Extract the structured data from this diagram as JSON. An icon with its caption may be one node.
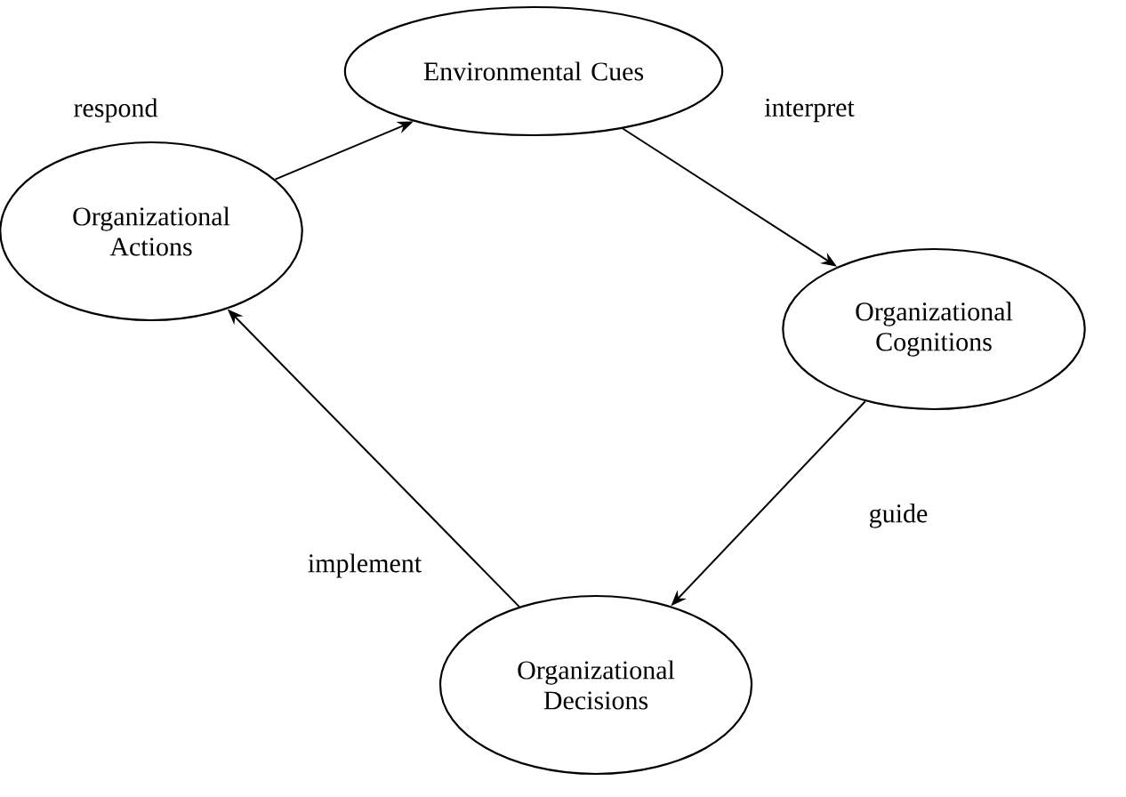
{
  "diagram": {
    "nodes": [
      {
        "text": [
          "Environmental Cues"
        ]
      },
      {
        "text": [
          "Organizational Cognitions"
        ]
      },
      {
        "text": [
          "Organizational Decisions"
        ]
      },
      {
        "text": [
          "Organizational Actions"
        ]
      }
    ],
    "edges": [
      {
        "from": 0,
        "to": 1,
        "arrow": "to",
        "label": "interpret"
      },
      {
        "from": 1,
        "to": 2,
        "arrow": "to",
        "label": "guide"
      },
      {
        "from": 2,
        "to": 3,
        "arrow": "to",
        "label": "implement"
      },
      {
        "from": 3,
        "to": 0,
        "arrow": "to",
        "label": "respond"
      }
    ]
  }
}
